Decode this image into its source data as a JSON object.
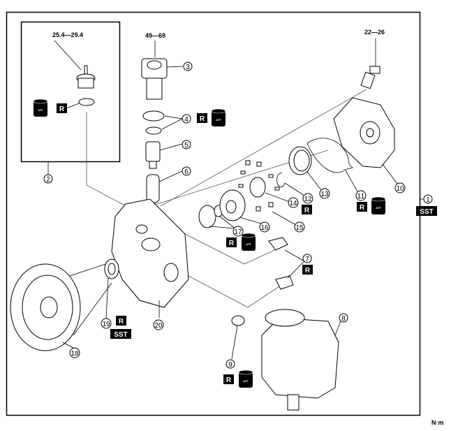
{
  "torques": {
    "check_valve": "25.4—29.4",
    "connector": "49—69",
    "bolt": "22—26"
  },
  "unit": "N·m",
  "callouts": [
    "1",
    "2",
    "3",
    "4",
    "5",
    "6",
    "7",
    "8",
    "9",
    "10",
    "11",
    "12",
    "13",
    "14",
    "15",
    "16",
    "17",
    "18",
    "19",
    "20"
  ],
  "badges": {
    "replace": "R",
    "special_tool": "SST",
    "fluid": "ATF"
  }
}
